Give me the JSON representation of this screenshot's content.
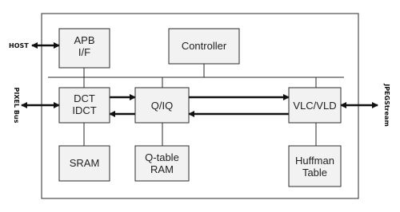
{
  "diagram": {
    "external_labels": {
      "host": "HOST",
      "pixel_bus": "PIXEL Bus",
      "jpeg_stream": "JPEGStream"
    },
    "blocks": {
      "apb": [
        "APB",
        "I/F"
      ],
      "controller": [
        "Controller"
      ],
      "dct": [
        "DCT",
        "IDCT"
      ],
      "qiq": [
        "Q/IQ"
      ],
      "vlc": [
        "VLC/VLD"
      ],
      "sram": [
        "SRAM"
      ],
      "qtable": [
        "Q-table",
        "RAM"
      ],
      "huffman": [
        "Huffman",
        "Table"
      ]
    },
    "colors": {
      "block_fill": "#f2f2f2",
      "stroke": "#2a2a2a",
      "arrow": "#111111",
      "text": "#222222"
    }
  }
}
